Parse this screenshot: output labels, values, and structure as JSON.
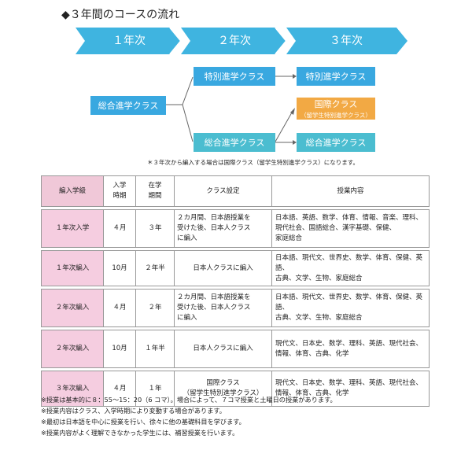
{
  "title": "◆３年間のコースの流れ",
  "years": [
    "１年次",
    "２年次",
    "３年次"
  ],
  "flow": {
    "general_start": "総合進学クラス",
    "special_y2": "特別進学クラス",
    "general_y2": "総合進学クラス",
    "special_y3": "特別進学クラス",
    "intl_y3": "国際クラス",
    "intl_y3_sub": "（留学生特別進学クラス）",
    "general_y3": "総合進学クラス",
    "colors": {
      "blue": "#39a8e0",
      "teal": "#4bbdd0",
      "orange": "#f2a944",
      "arrow": "#3fb4e0"
    }
  },
  "note": "＊３年次から編入する場合は国際クラス（留学生特別進学クラス）になります。",
  "table": {
    "headers": {
      "level": "編入学級",
      "entry_l1": "入学",
      "entry_l2": "時期",
      "period_l1": "在学",
      "period_l2": "期間",
      "class": "クラス設定",
      "content": "授業内容"
    },
    "rows": [
      {
        "level": "１年次入学",
        "entry": "４月",
        "period": "３年",
        "class_lines": [
          "２カ月間、日本語授業を",
          "受けた後、日本人クラス",
          "に編入"
        ],
        "content_lines": [
          "日本語、英語、数学、体育、情報、音楽、理科、",
          "現代社会、国語総合、漢字基礎、保健、",
          "家庭総合"
        ]
      },
      {
        "level": "１年次編入",
        "entry": "10月",
        "period": "２年半",
        "class_lines": [
          "日本人クラスに編入"
        ],
        "content_lines": [
          "日本語、現代文、世界史、数学、体育、保健、英語、",
          "古典、文学、生物、家庭総合"
        ]
      },
      {
        "level": "２年次編入",
        "entry": "４月",
        "period": "２年",
        "class_lines": [
          "２カ月間、日本語授業を",
          "受けた後、日本人クラス",
          "に編入"
        ],
        "content_lines": [
          "日本語、現代文、世界史、数学、体育、保健、英語、",
          "古典、文学、生物、家庭総合"
        ]
      },
      {
        "level": "２年次編入",
        "entry": "10月",
        "period": "１年半",
        "class_lines": [
          "日本人クラスに編入"
        ],
        "content_lines": [
          "現代文、日本史、数学、理科、英語、現代社会、",
          "情報、体育、古典、化学"
        ]
      },
      {
        "level": "３年次編入",
        "entry": "４月",
        "period": "１年",
        "class_lines": [
          "国際クラス",
          "（留学生特別進学クラス）"
        ],
        "content_lines": [
          "現代文、日本史、数学、理科、英語、現代社会、",
          "情報、体育、古典、化学"
        ]
      }
    ]
  },
  "footnotes": [
    "※授業は基本的に８：55～15：20（6 コマ）。場合によって、７コマ授業と土曜日の授業があります。",
    "※授業内容はクラス、入学時期により変動する場合があります。",
    "※最初は日本語を中心に授業を行い、徐々に他の基礎科目を学びます。",
    "※授業内容がよく理解できなかった学生には、補習授業を行います。"
  ]
}
